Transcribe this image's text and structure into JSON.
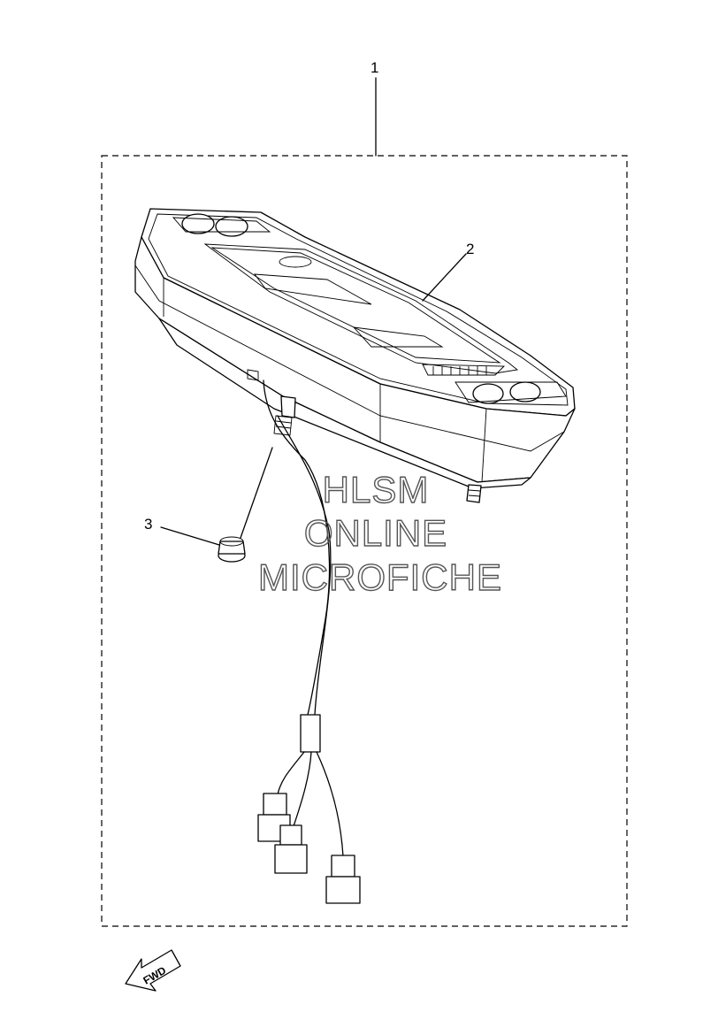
{
  "callouts": [
    {
      "id": "1",
      "label": "1"
    },
    {
      "id": "2",
      "label": "2"
    },
    {
      "id": "3",
      "label": "3"
    }
  ],
  "watermark": {
    "line1": "HLSM",
    "line2": "ONLINE",
    "line3": "MICROFICHE",
    "color": "#555555"
  },
  "direction_arrow": {
    "label": "FWD"
  },
  "icons": [
    "meter-assembly-icon",
    "flange-nut-icon",
    "wire-connector-icon",
    "fwd-arrow-icon"
  ]
}
